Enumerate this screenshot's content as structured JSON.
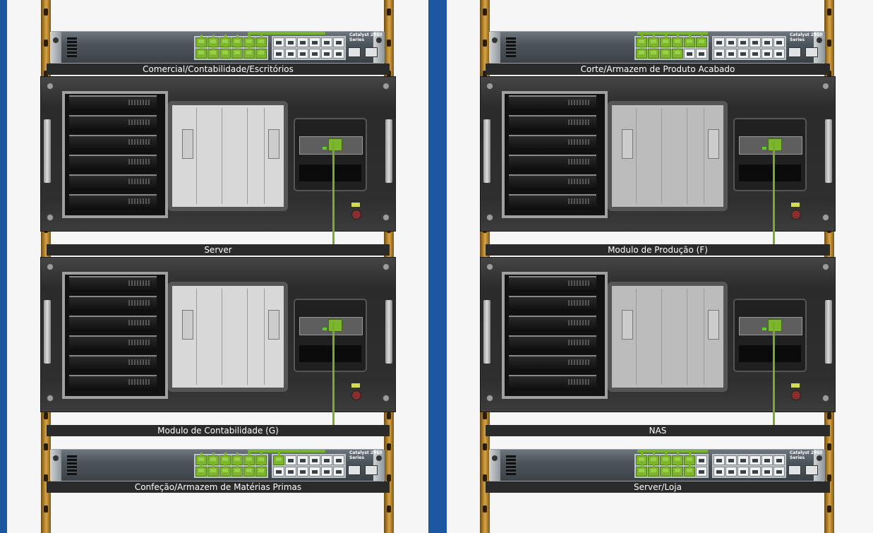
{
  "colors": {
    "frame_blue": "#1c57a0",
    "cable_green": "#72ad2c",
    "label_bg": "#2a2a2a"
  },
  "racks": [
    {
      "switch_top": {
        "label": "Comercial/Contabilidade/Escritórios",
        "model": "Catalyst 2960 Series",
        "connected_ports": 12
      },
      "server_a": {
        "label": "Server"
      },
      "server_b": {
        "label": "Modulo de Contabilidade (G)"
      },
      "switch_bottom": {
        "label": "Confeção/Armazem de Matérias Primas",
        "model": "Catalyst 2960 Series",
        "connected_ports": 13
      }
    },
    {
      "switch_top": {
        "label": "Corte/Armazem de Produto Acabado",
        "model": "Catalyst 2960 Series",
        "connected_ports": 10
      },
      "server_a": {
        "label": "Modulo de Produção (F)"
      },
      "server_b": {
        "label": "NAS"
      },
      "switch_bottom": {
        "label": "Server/Loja",
        "model": "Catalyst 2960 Series",
        "connected_ports": 10
      }
    }
  ]
}
